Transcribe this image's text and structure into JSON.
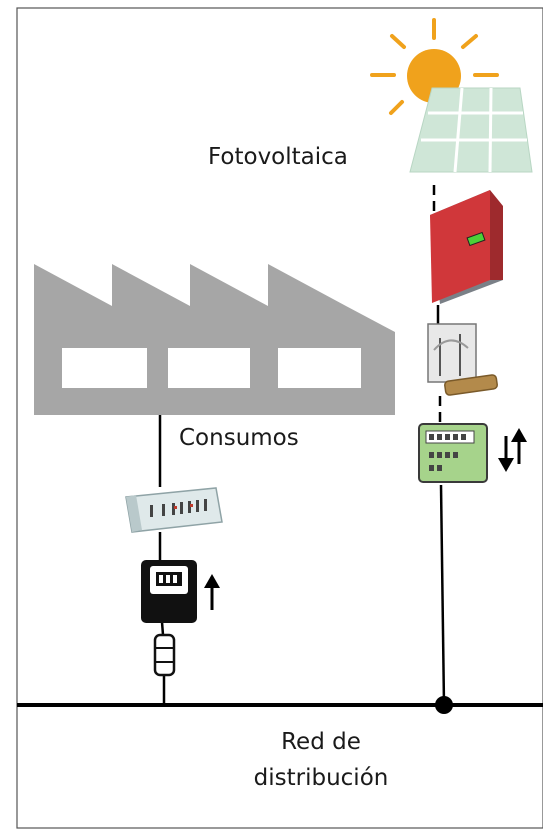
{
  "labels": {
    "photovoltaic": "Fotovoltaica",
    "consumption": "Consumos",
    "grid_line1": "Red de",
    "grid_line2": "distribución"
  },
  "colors": {
    "building": "#a6a6a6",
    "sun": "#f0a21c",
    "panel": "#cfe6d7",
    "inverter": "#c0392b",
    "line": "#000000"
  },
  "icons": {
    "sun": "sun-icon",
    "solar_panel": "solar-panel-icon",
    "inverter": "inverter-icon",
    "protection": "protection-box-icon",
    "bidirectional_meter": "bidirectional-meter-icon",
    "factory": "factory-icon",
    "distribution_board": "distribution-board-icon",
    "meter": "energy-meter-icon",
    "fuse": "fuse-icon",
    "grid_node": "grid-node-icon"
  }
}
